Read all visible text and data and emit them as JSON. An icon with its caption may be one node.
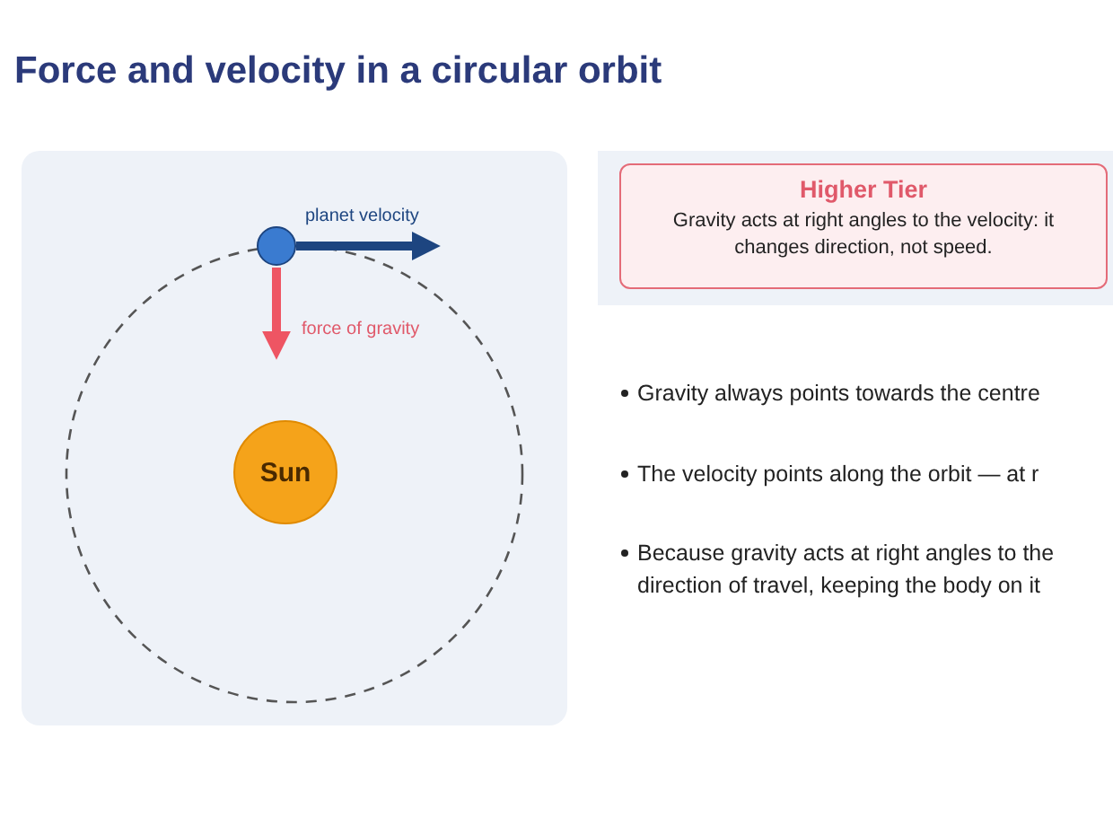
{
  "diagram": {
    "title": "Force and velocity in a circular orbit",
    "nodes": [
      {
        "text": [],
        "shape": "circle"
      },
      {
        "text": [
          "Sun"
        ]
      },
      {
        "text": [
          "Higher Tier",
          "Gravity acts at right angles to the velocity: it changes direction, not speed."
        ]
      }
    ],
    "labels": [
      "planet velocity",
      "force of gravity",
      "Gravity always points towards the centre",
      "The velocity points along the orbit — at r",
      "Because gravity acts at right angles to the direction of travel, keeping the body on it"
    ]
  }
}
